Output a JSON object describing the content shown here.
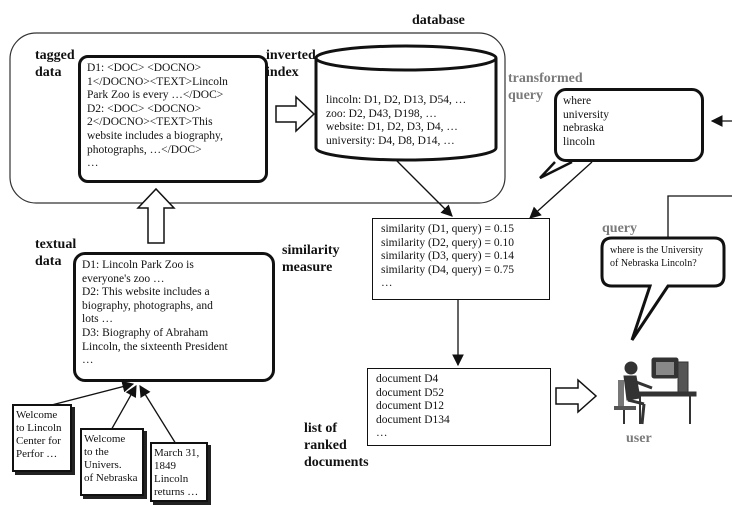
{
  "labels": {
    "database": "database",
    "tagged_data": [
      "tagged",
      "data"
    ],
    "inverted_index": [
      "inverted",
      "index"
    ],
    "transformed_query": [
      "transformed",
      "query"
    ],
    "textual_data": [
      "textual",
      "data"
    ],
    "similarity_measure": [
      "similarity",
      "measure"
    ],
    "query": "query",
    "ranked_documents": [
      "list of",
      "ranked",
      "documents"
    ],
    "user": "user"
  },
  "tagged_box": [
    "D1: <DOC> <DOCNO>",
    "1</DOCNO><TEXT>Lincoln",
    "Park Zoo is every …</DOC>",
    "D2: <DOC> <DOCNO>",
    "2</DOCNO><TEXT>This",
    "website includes a biography,",
    "photographs, …</DOC>",
    "…"
  ],
  "index_box": [
    "lincoln: D1, D2, D13, D54, …",
    "zoo: D2, D43, D198, …",
    "website: D1, D2, D3, D4, …",
    "university: D4, D8, D14, …"
  ],
  "transformed_box": [
    "where",
    "university",
    "nebraska",
    "lincoln"
  ],
  "textual_box": [
    "D1: Lincoln Park Zoo is",
    "everyone's zoo …",
    "D2: This website includes a",
    "biography, photographs, and",
    "lots …",
    "D3: Biography of Abraham",
    "Lincoln, the sixteenth President",
    "…"
  ],
  "similarity_box": [
    "similarity (D1, query) = 0.15",
    "similarity (D2, query) = 0.10",
    "similarity (D3, query) = 0.14",
    "similarity (D4, query) = 0.75",
    "…"
  ],
  "query_bubble": [
    "where is the University",
    "of Nebraska Lincoln?"
  ],
  "ranked_box": [
    "document D4",
    "document D52",
    "document D12",
    "document D134",
    "…"
  ],
  "notes": [
    [
      "Welcome",
      "to Lincoln",
      "Center for",
      "Perfor …"
    ],
    [
      "Welcome",
      "to the",
      "Univers.",
      "of Nebraska"
    ],
    [
      "March 31,",
      "1849",
      "Lincoln",
      "returns …"
    ]
  ],
  "icons": {
    "user": "person-at-computer-icon"
  }
}
